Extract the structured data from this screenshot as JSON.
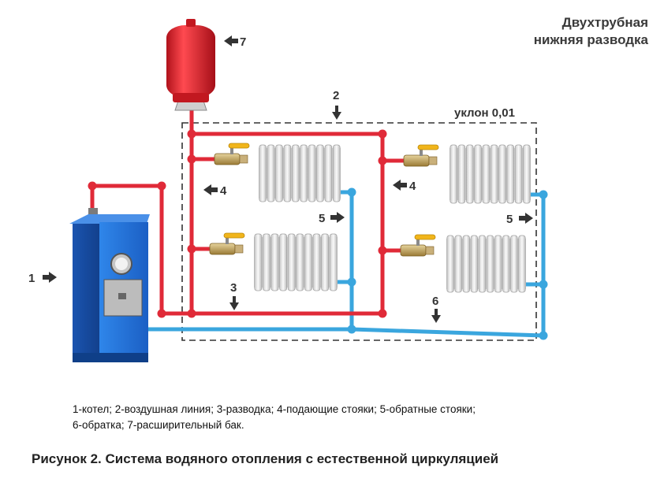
{
  "title": {
    "line1": "Двухтрубная",
    "line2": "нижняя разводка"
  },
  "slope_label": "уклон 0,01",
  "markers": {
    "boiler": "1",
    "air_line": "2",
    "distribution": "3",
    "supply_riser_left": "4",
    "supply_riser_right": "4",
    "return_riser_left": "5",
    "return_riser_right": "5",
    "return_line": "6",
    "expansion_tank": "7"
  },
  "legend": {
    "line1": "1-котел; 2-воздушная линия; 3-разводка; 4-подающие стояки; 5-обратные стояки;",
    "line2": "6-обратка; 7-расширительный бак."
  },
  "caption": "Рисунок 2. Система водяного отопления с естественной циркуляцией",
  "colors": {
    "supply_pipe": "#e02a38",
    "return_pipe": "#3aa6de",
    "boiler": "#1f6fd6",
    "tank": "#e5232c",
    "radiator": "#e8e8e8",
    "valve_handle": "#f1b51b",
    "dashed_frame": "#333333"
  }
}
